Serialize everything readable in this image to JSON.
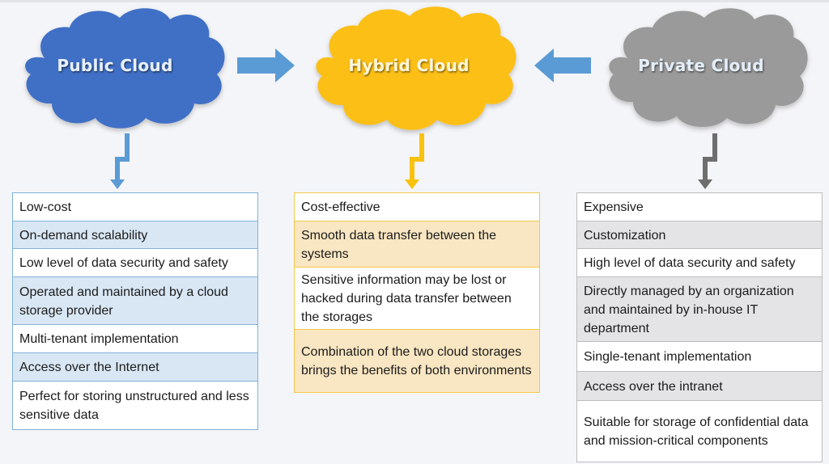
{
  "clouds": {
    "public": {
      "label": "Public Cloud",
      "color": "#3f6fc6",
      "text_color": "#e8f0fb"
    },
    "hybrid": {
      "label": "Hybrid Cloud",
      "color": "#fcbf16",
      "text_color": "#fff6d8"
    },
    "private": {
      "label": "Private Cloud",
      "color": "#9a9a9a",
      "text_color": "#e4eef8"
    }
  },
  "arrow_colors": {
    "blue": "#5b9bd5",
    "yellow": "#f9c20f",
    "gray": "#6e6e6e"
  },
  "tables": {
    "public": {
      "rows": [
        "Low-cost",
        "On-demand scalability",
        "Low level of data security and safety",
        "Operated and maintained by a cloud storage provider",
        "Multi-tenant implementation",
        "Access over the Internet",
        "Perfect for storing unstructured and less sensitive data"
      ]
    },
    "hybrid": {
      "rows": [
        "Cost-effective",
        "Smooth data transfer between the systems",
        "Sensitive information may be lost or hacked during data transfer between the storages",
        "Combination of the two cloud storages brings the benefits of both environments"
      ]
    },
    "private": {
      "rows": [
        "Expensive",
        "Customization",
        "High level of data security and safety",
        "Directly managed by an organization and maintained by in-house IT department",
        "Single-tenant implementation",
        "Access over the intranet",
        "Suitable for storage of confidential data and mission-critical components"
      ]
    }
  }
}
